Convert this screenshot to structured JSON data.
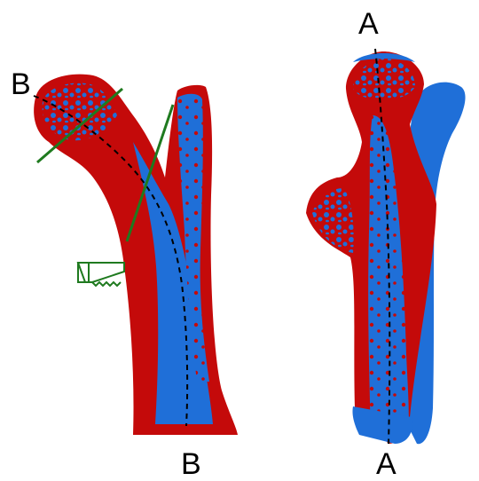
{
  "labels": {
    "b_top": "B",
    "b_bottom": "B",
    "a_top": "A",
    "a_bottom": "A"
  },
  "colors": {
    "cortical_bone": "#c40a0a",
    "cancellous_bone": "#1f6fd8",
    "cut_line": "#1f7a1f",
    "section_axis": "#000000"
  },
  "icons": [
    "saw-icon"
  ]
}
